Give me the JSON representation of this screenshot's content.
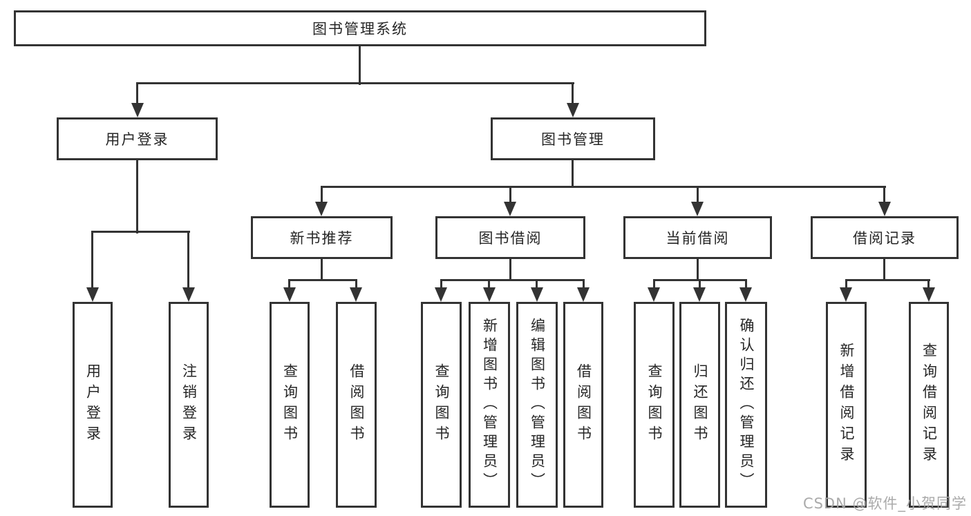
{
  "diagram": {
    "title": "图书管理系统",
    "root": {
      "label": "图书管理系统"
    },
    "level2": [
      {
        "label": "用户登录"
      },
      {
        "label": "图书管理"
      }
    ],
    "level3": [
      {
        "label": "新书推荐",
        "parent": "图书管理"
      },
      {
        "label": "图书借阅",
        "parent": "图书管理"
      },
      {
        "label": "当前借阅",
        "parent": "图书管理"
      },
      {
        "label": "借阅记录",
        "parent": "图书管理"
      }
    ],
    "leaves": [
      {
        "label": "用户登录",
        "parent": "用户登录"
      },
      {
        "label": "注销登录",
        "parent": "用户登录"
      },
      {
        "label": "查询图书",
        "parent": "新书推荐"
      },
      {
        "label": "借阅图书",
        "parent": "新书推荐"
      },
      {
        "label": "查询图书",
        "parent": "图书借阅"
      },
      {
        "label": "新增图书（管理员）",
        "parent": "图书借阅"
      },
      {
        "label": "编辑图书（管理员）",
        "parent": "图书借阅"
      },
      {
        "label": "借阅图书",
        "parent": "图书借阅"
      },
      {
        "label": "查询图书",
        "parent": "当前借阅"
      },
      {
        "label": "归还图书",
        "parent": "当前借阅"
      },
      {
        "label": "确认归还（管理员）",
        "parent": "当前借阅"
      },
      {
        "label": "新增借阅记录",
        "parent": "借阅记录"
      },
      {
        "label": "查询借阅记录",
        "parent": "借阅记录"
      }
    ]
  },
  "watermark": {
    "text": "CSDN @软件_小贺同学"
  },
  "colors": {
    "line": "#333333",
    "text": "#262626",
    "watermark": "#a6a6a6",
    "background": "#ffffff"
  }
}
